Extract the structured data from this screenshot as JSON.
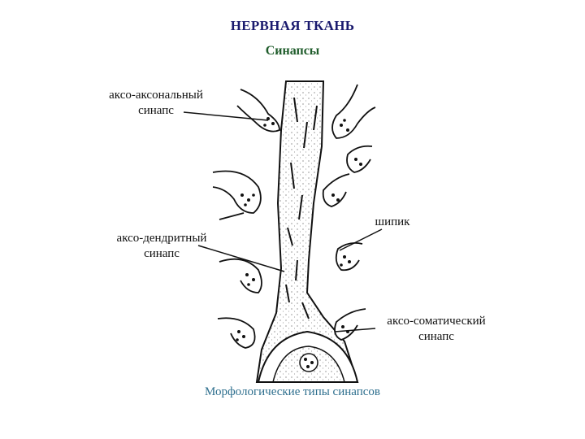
{
  "header": {
    "title": "НЕРВНАЯ ТКАНЬ",
    "subtitle": "Синапсы"
  },
  "labels": {
    "axo_axonal_line1": "аксо-аксональный",
    "axo_axonal_line2": "синапс",
    "axo_dendritic_line1": "аксо-дендритный",
    "axo_dendritic_line2": "синапс",
    "spine": "шипик",
    "axo_somatic_line1": "аксо-соматический",
    "axo_somatic_line2": "синапс"
  },
  "caption": "Морфологические типы синапсов",
  "colors": {
    "title": "#1a1a6e",
    "subtitle": "#1f5c2b",
    "caption": "#2e6f8e",
    "ink": "#111111"
  }
}
